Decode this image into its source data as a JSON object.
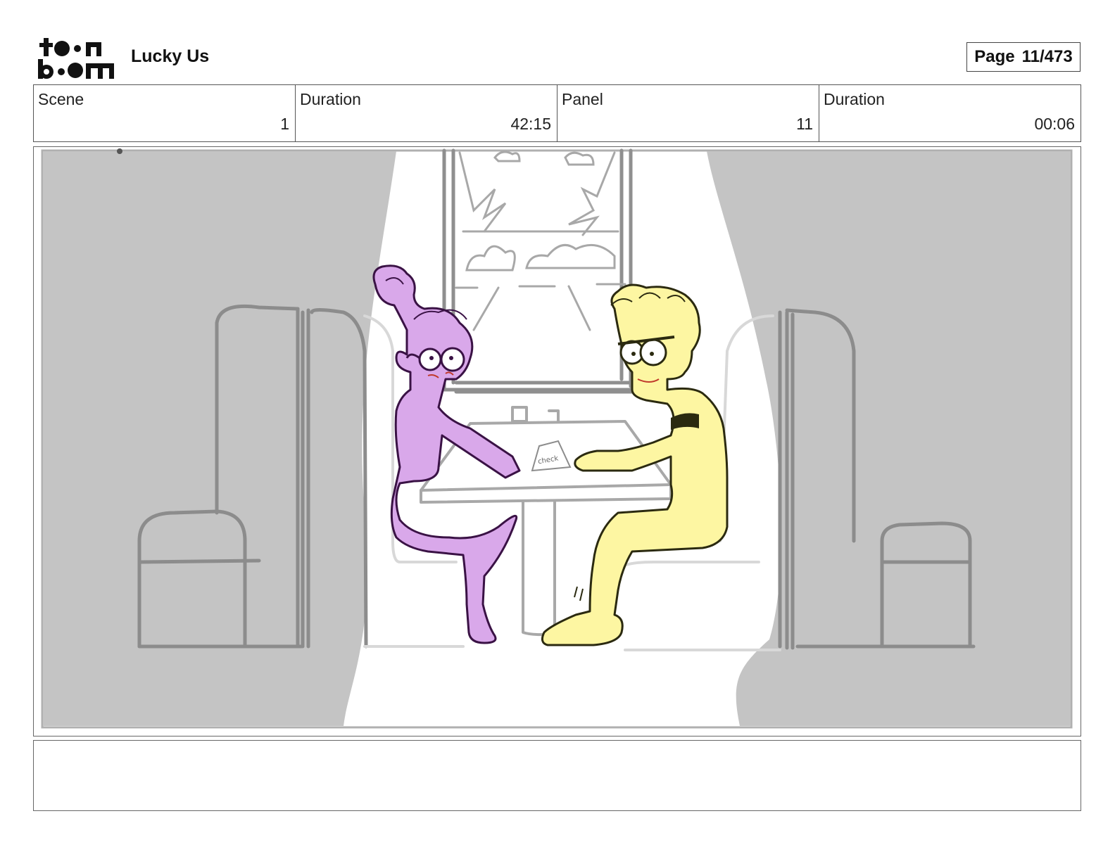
{
  "header": {
    "logo_name": "toon boom",
    "project_title": "Lucky Us",
    "page_label": "Page",
    "page_number": "11/473"
  },
  "info": {
    "scene": {
      "label": "Scene",
      "value": "1"
    },
    "scene_duration": {
      "label": "Duration",
      "value": "42:15"
    },
    "panel": {
      "label": "Panel",
      "value": "11"
    },
    "panel_duration": {
      "label": "Duration",
      "value": "00:06"
    }
  },
  "panel": {
    "sign_text": "check"
  },
  "notes": {
    "text": ""
  },
  "colors": {
    "background": "#ffffff",
    "shadow_gray": "#c4c4c4",
    "line_gray": "#8c8c8c",
    "woman_fill": "#d9a8ea",
    "woman_line": "#3a1245",
    "man_fill": "#fdf6a2",
    "man_line": "#2b2a10"
  }
}
